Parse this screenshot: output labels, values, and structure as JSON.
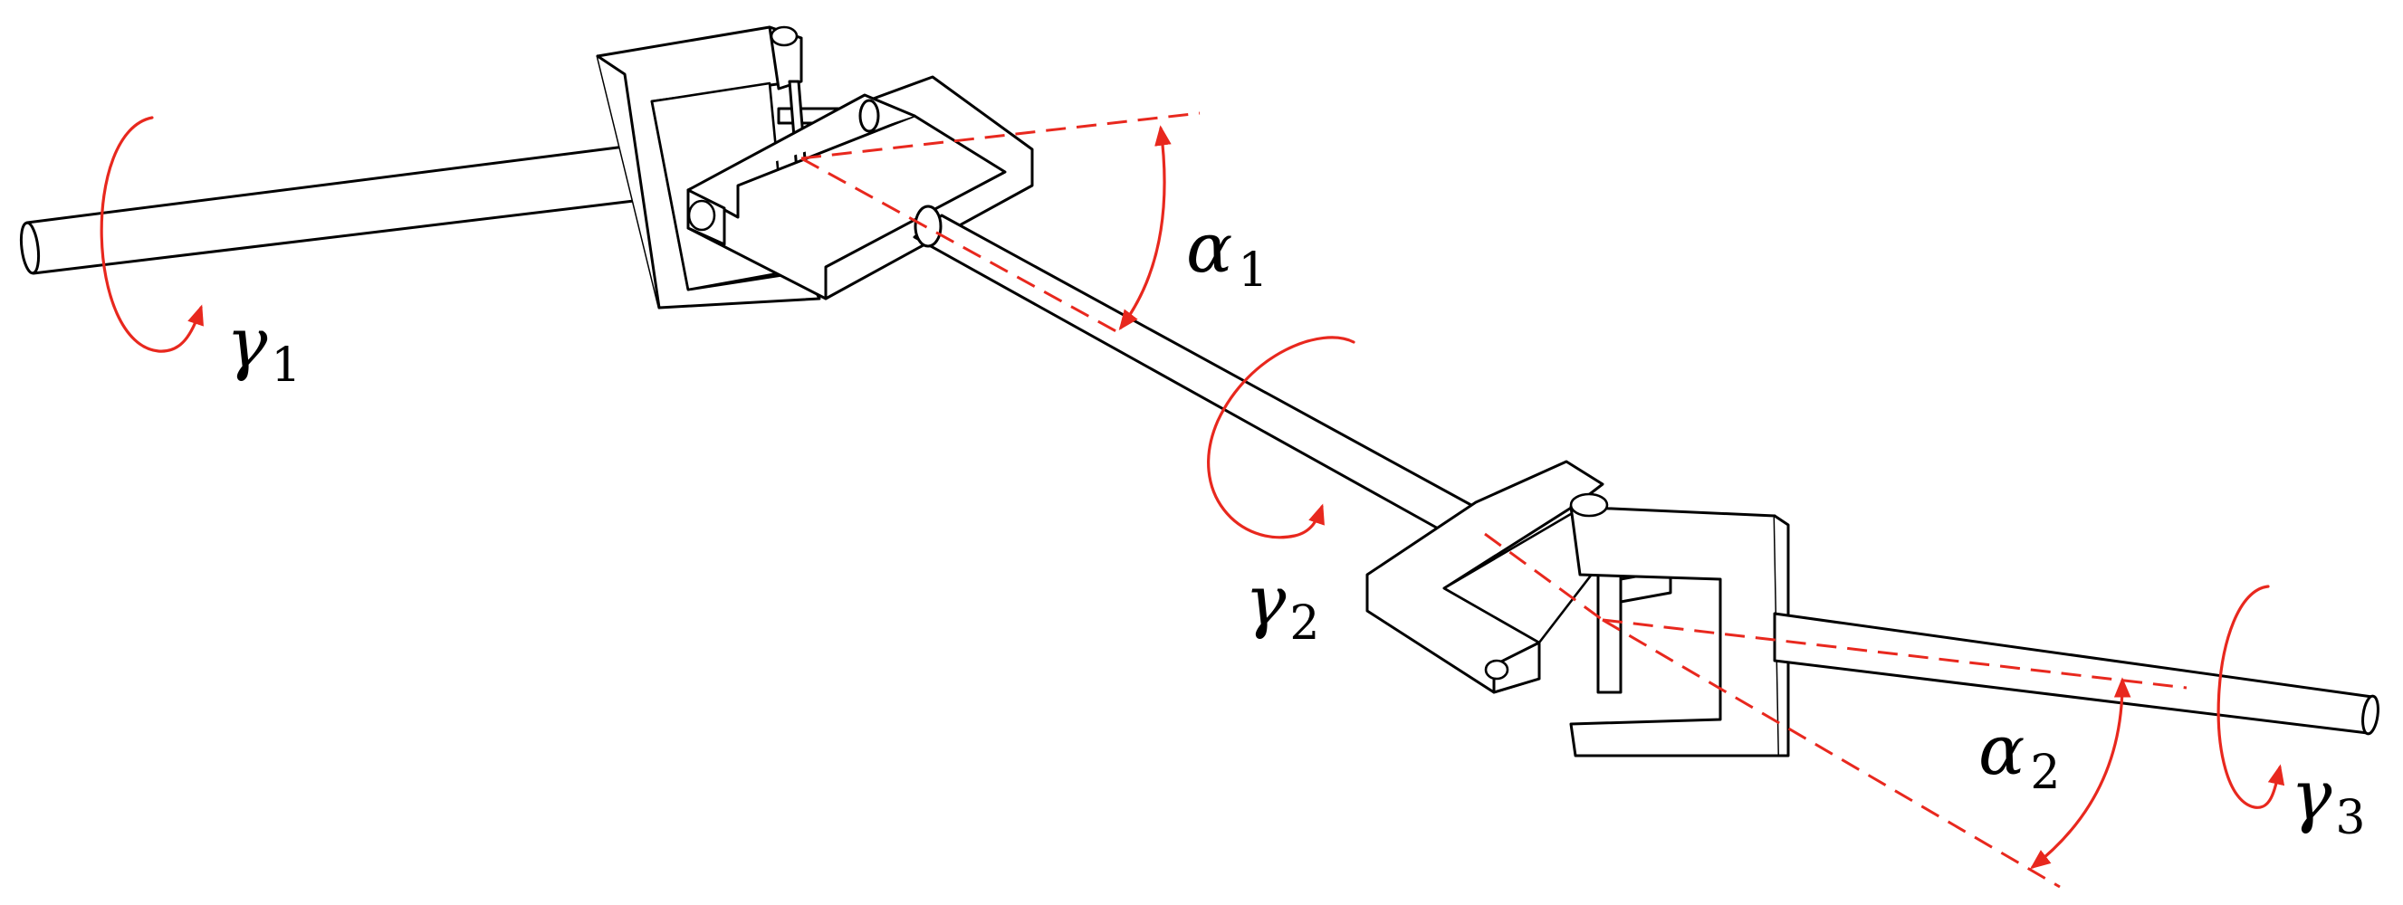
{
  "labels": {
    "alpha1": {
      "symbol": "α",
      "subscript": "1"
    },
    "alpha2": {
      "symbol": "α",
      "subscript": "2"
    },
    "gamma1": {
      "symbol": "γ",
      "subscript": "1"
    },
    "gamma2": {
      "symbol": "γ",
      "subscript": "2"
    },
    "gamma3": {
      "symbol": "γ",
      "subscript": "3"
    }
  },
  "colors": {
    "line": "#000000",
    "annotation": "#e8281e",
    "background": "#ffffff"
  }
}
